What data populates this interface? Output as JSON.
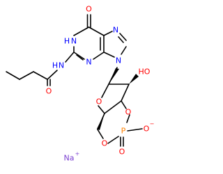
{
  "atoms": {
    "O_keto": {
      "text": "O",
      "color": "#ff0000"
    },
    "N1": {
      "text": "N",
      "color": "#0000ff"
    },
    "N1_H": {
      "text": "H",
      "color": "#0000ff"
    },
    "N7": {
      "text": "N",
      "color": "#0000ff"
    },
    "N2amide": {
      "text": "N",
      "color": "#0000ff"
    },
    "N2amide_H": {
      "text": "H",
      "color": "#0000ff"
    },
    "N3": {
      "text": "N",
      "color": "#0000ff"
    },
    "N9": {
      "text": "N",
      "color": "#0000ff"
    },
    "O_amide": {
      "text": "O",
      "color": "#ff0000"
    },
    "HO_2prime": {
      "text": "HO",
      "color": "#ff0000"
    },
    "O_ring": {
      "text": "O",
      "color": "#ff0000"
    },
    "O3_prime": {
      "text": "O",
      "color": "#ff0000"
    },
    "O5_prime": {
      "text": "O",
      "color": "#ff0000"
    },
    "P": {
      "text": "P",
      "color": "#ff8000"
    },
    "O_minus": {
      "text": "O",
      "color": "#ff0000"
    },
    "O_minus_charge": {
      "text": "−",
      "color": "#ff0000"
    },
    "O_double_P": {
      "text": "O",
      "color": "#ff0000"
    },
    "Na": {
      "text": "Na",
      "color": "#7a3ed0"
    },
    "Na_charge": {
      "text": "+",
      "color": "#7a3ed0"
    }
  },
  "colors": {
    "bond": "#000000",
    "oxygen": "#ff0000",
    "nitrogen": "#0000ff",
    "phosphorus": "#ff8000",
    "sodium": "#7a3ed0"
  }
}
